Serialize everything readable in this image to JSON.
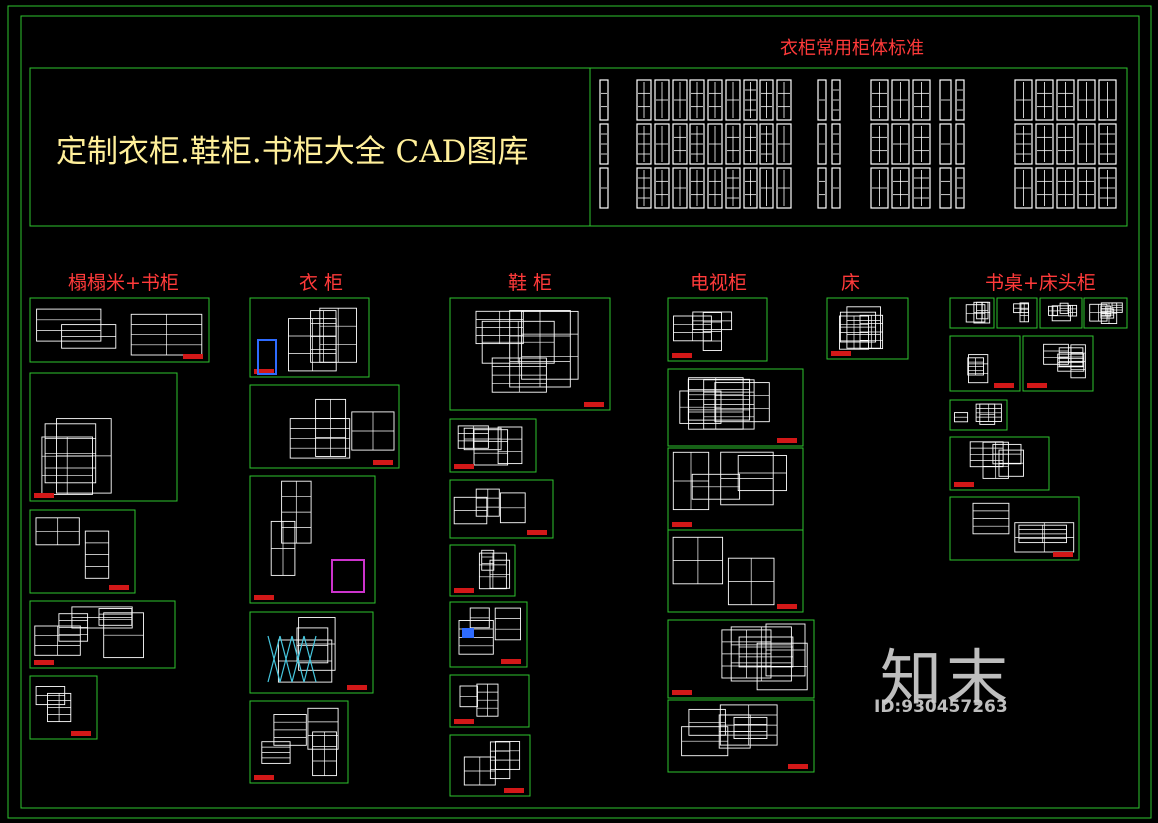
{
  "title": "定制衣柜.鞋柜.书柜大全 CAD图库",
  "standards_title": "衣柜常用柜体标准",
  "categories": [
    {
      "label": "榻榻米+书柜"
    },
    {
      "label": "衣 柜"
    },
    {
      "label": "鞋 柜"
    },
    {
      "label": "电视柜"
    },
    {
      "label": "床"
    },
    {
      "label": "书桌+床头柜"
    }
  ],
  "watermark": {
    "text": "知末",
    "id": "ID:930457263"
  },
  "colors": {
    "frame": "#2ec52e",
    "drawing": "#ffffff",
    "title": "#ffef9a",
    "label": "#ff3a3a",
    "stamp": "#d21818",
    "accent_blue": "#2e6bff",
    "accent_magenta": "#cc33cc",
    "accent_cyan": "#46c8e0"
  }
}
